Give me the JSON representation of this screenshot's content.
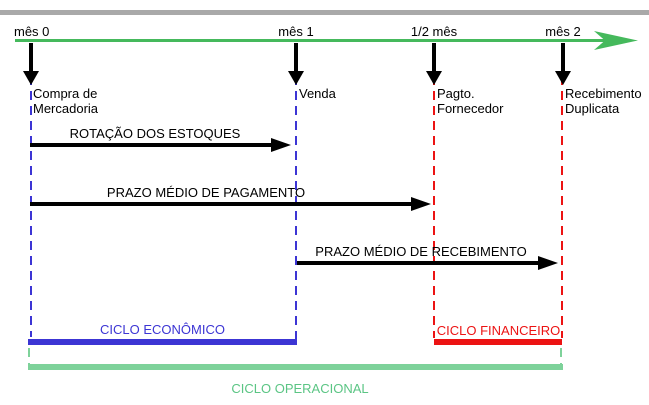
{
  "timeline": {
    "ticks": [
      {
        "label": "mês 0"
      },
      {
        "label": "mês 1"
      },
      {
        "label": "1/2 mês"
      },
      {
        "label": "mês 2"
      }
    ],
    "events": [
      {
        "line1": "Compra de",
        "line2": "Mercadoria"
      },
      {
        "line1": "Venda",
        "line2": ""
      },
      {
        "line1": "Pagto.",
        "line2": "Fornecedor"
      },
      {
        "line1": "Recebimento",
        "line2": "Duplicata"
      }
    ]
  },
  "spans": [
    {
      "label": "ROTAÇÃO DOS ESTOQUES"
    },
    {
      "label": "PRAZO MÉDIO DE PAGAMENTO"
    },
    {
      "label": "PRAZO MÉDIO DE RECEBIMENTO"
    }
  ],
  "cycles": [
    {
      "label": "CICLO ECONÔMICO",
      "color": "#3c35d4"
    },
    {
      "label": "CICLO FINANCEIRO",
      "color": "#ec1313"
    },
    {
      "label": "CICLO OPERACIONAL",
      "color": "#7ed29a"
    }
  ],
  "colors": {
    "timeline_green": "#45b95c",
    "economic_blue": "#3c35d4",
    "financial_red": "#ec1313",
    "operational_green": "#7ed29a",
    "divider_gray": "#a9a9a9",
    "arrow_black": "#000000"
  }
}
